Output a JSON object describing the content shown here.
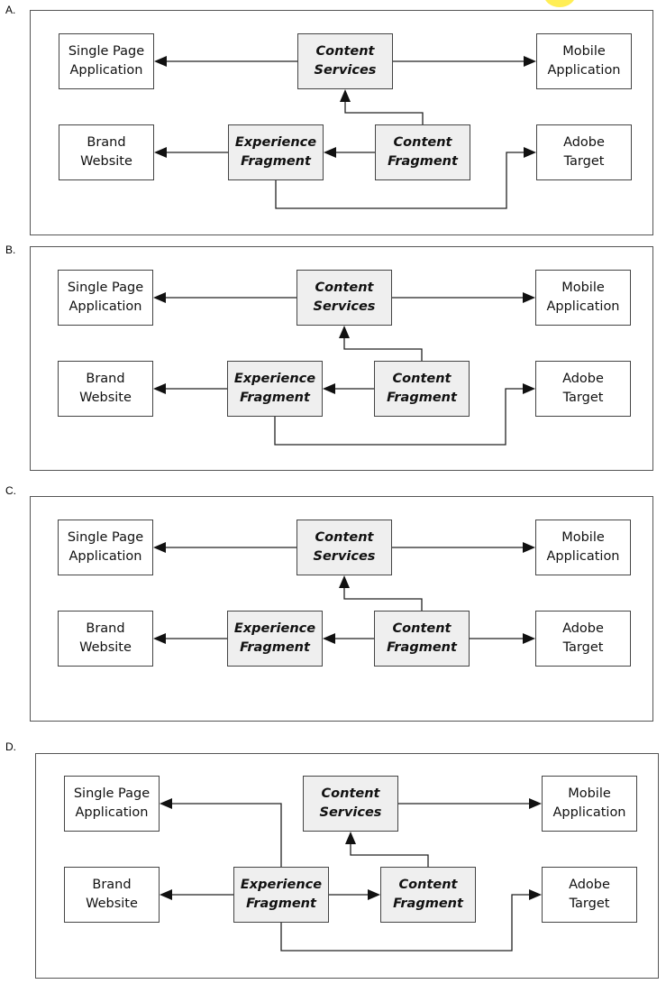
{
  "options": [
    {
      "label": "A.",
      "nodes": {
        "spa": [
          "Single Page",
          "Application"
        ],
        "cs": [
          "Content",
          "Services"
        ],
        "mobile": [
          "Mobile",
          "Application"
        ],
        "brand": [
          "Brand",
          "Website"
        ],
        "xf": [
          "Experience",
          "Fragment"
        ],
        "cf": [
          "Content",
          "Fragment"
        ],
        "target": [
          "Adobe",
          "Target"
        ]
      },
      "edges": [
        {
          "from": "cs",
          "to": "spa"
        },
        {
          "from": "cs",
          "to": "mobile"
        },
        {
          "from": "cf",
          "to": "cs"
        },
        {
          "from": "xf",
          "to": "brand"
        },
        {
          "from": "cf",
          "to": "xf"
        },
        {
          "from": "xf",
          "to": "target"
        }
      ]
    },
    {
      "label": "B.",
      "nodes": {
        "spa": [
          "Single Page",
          "Application"
        ],
        "cs": [
          "Content",
          "Services"
        ],
        "mobile": [
          "Mobile",
          "Application"
        ],
        "brand": [
          "Brand",
          "Website"
        ],
        "xf": [
          "Experience",
          "Fragment"
        ],
        "cf": [
          "Content",
          "Fragment"
        ],
        "target": [
          "Adobe",
          "Target"
        ]
      },
      "edges": [
        {
          "from": "cs",
          "to": "spa"
        },
        {
          "from": "cs",
          "to": "mobile"
        },
        {
          "from": "cf",
          "to": "cs"
        },
        {
          "from": "xf",
          "to": "brand"
        },
        {
          "from": "cf",
          "to": "xf"
        },
        {
          "from": "xf",
          "to": "target"
        }
      ]
    },
    {
      "label": "C.",
      "nodes": {
        "spa": [
          "Single Page",
          "Application"
        ],
        "cs": [
          "Content",
          "Services"
        ],
        "mobile": [
          "Mobile",
          "Application"
        ],
        "brand": [
          "Brand",
          "Website"
        ],
        "xf": [
          "Experience",
          "Fragment"
        ],
        "cf": [
          "Content",
          "Fragment"
        ],
        "target": [
          "Adobe",
          "Target"
        ]
      },
      "edges": [
        {
          "from": "cs",
          "to": "spa"
        },
        {
          "from": "cs",
          "to": "mobile"
        },
        {
          "from": "cf",
          "to": "cs"
        },
        {
          "from": "xf",
          "to": "brand"
        },
        {
          "from": "cf",
          "to": "xf"
        },
        {
          "from": "cf",
          "to": "target"
        }
      ]
    },
    {
      "label": "D.",
      "nodes": {
        "spa": [
          "Single Page",
          "Application"
        ],
        "cs": [
          "Content",
          "Services"
        ],
        "mobile": [
          "Mobile",
          "Application"
        ],
        "brand": [
          "Brand",
          "Website"
        ],
        "xf": [
          "Experience",
          "Fragment"
        ],
        "cf": [
          "Content",
          "Fragment"
        ],
        "target": [
          "Adobe",
          "Target"
        ]
      },
      "edges": [
        {
          "from": "cs",
          "to": "mobile"
        },
        {
          "from": "cf",
          "to": "cs"
        },
        {
          "from": "xf",
          "to": "spa"
        },
        {
          "from": "xf",
          "to": "brand"
        },
        {
          "from": "xf",
          "to": "cf"
        },
        {
          "from": "xf",
          "to": "target"
        }
      ]
    }
  ]
}
